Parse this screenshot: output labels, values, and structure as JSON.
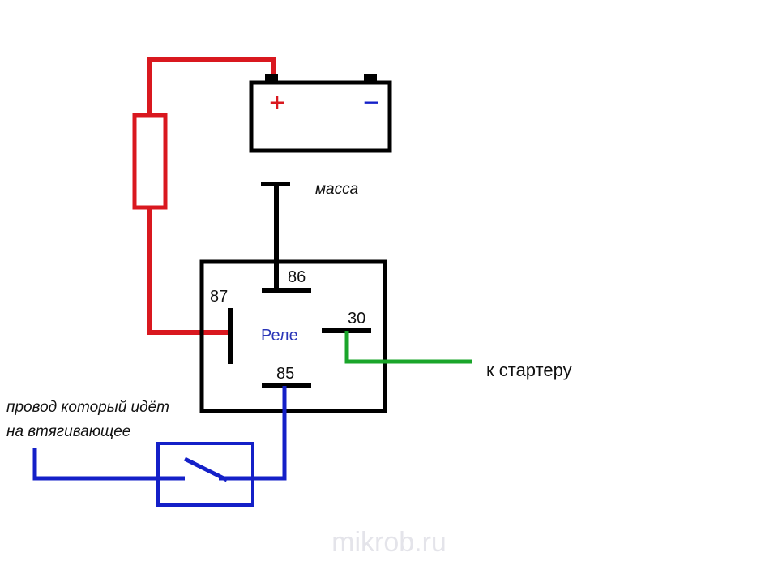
{
  "colors": {
    "positive_wire": "#d9181f",
    "ground_wire": "#000000",
    "control_wire": "#1420c8",
    "output_wire": "#1aa52a",
    "outline": "#000000",
    "relay_label": "#2a35b8",
    "watermark": "#e4e4ea"
  },
  "battery": {
    "plus": "+",
    "minus": "−"
  },
  "labels": {
    "ground": "масса",
    "relay": "Реле",
    "to_starter": "к стартеру",
    "wire_note_line1": "провод который идёт",
    "wire_note_line2": "на втягивающее"
  },
  "pins": {
    "p86": "86",
    "p87": "87",
    "p30": "30",
    "p85": "85"
  },
  "watermark": "mikrob.ru"
}
